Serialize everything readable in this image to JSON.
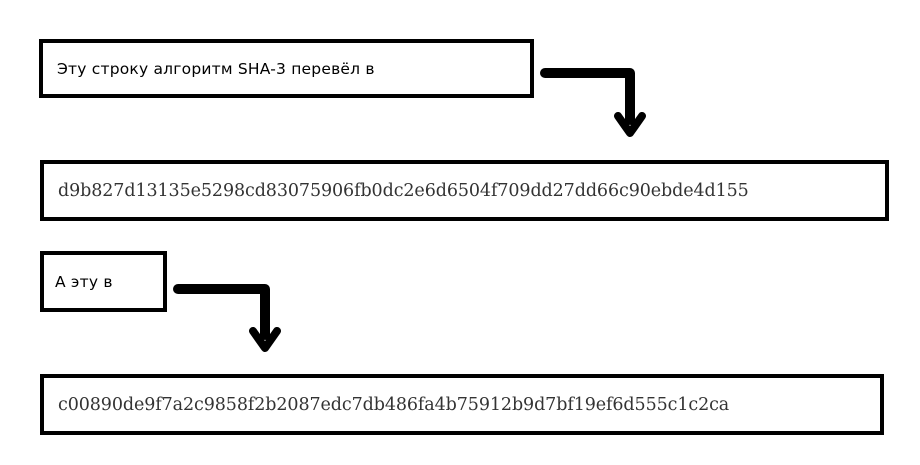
{
  "steps": [
    {
      "label": "Эту строку алгоритм SHA-3 перевёл в",
      "hash": "d9b827d13135e5298cd83075906fb0dc2e6d6504f709dd27dd66c90ebde4d155"
    },
    {
      "label": "А эту в",
      "hash": "c00890de9f7a2c9858f2b2087edc7db486fa4b75912b9d7bf19ef6d555c1c2ca"
    }
  ],
  "colors": {
    "border": "#000000",
    "hash_text": "#333333",
    "background": "#ffffff"
  }
}
